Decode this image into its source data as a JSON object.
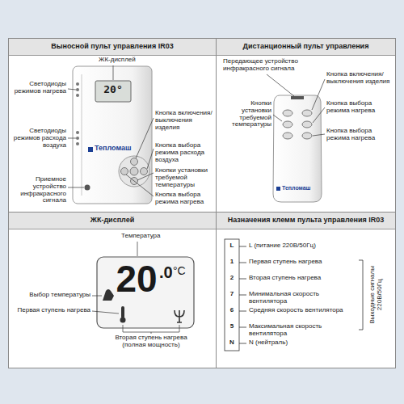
{
  "diagram": {
    "nodes": [
      {
        "text": [
          "Выносной пульт управления IR03"
        ]
      },
      {
        "text": [
          "Дистанционный пульт управления"
        ]
      },
      {
        "text": [
          "ЖК-дисплей"
        ]
      },
      {
        "text": [
          "Назначения клемм пульта управления IR03"
        ]
      }
    ],
    "labels": [
      "ЖК-дисплей",
      "20°",
      "Светодиоды режимов нагрева",
      "Светодиоды режимов расхода воздуха",
      "Тепломаш",
      "Кнопка включения/ выключения изделия",
      "Кнопка выбора режима расхода воздуха",
      "Кнопки установки требуемой температуры",
      "Кнопка выбора режима нагрева",
      "Приемное устройство инфракрасного сигнала",
      "Передающее устройство инфракрасного сигнала",
      "Кнопка включения/ выключения изделия",
      "Кнопки установки требуемой температуры",
      "Кнопка выбора режима нагрева",
      "Кнопка выбора режима нагрева",
      "Тепломаш",
      "Температура",
      "20",
      ".0",
      "°C",
      "Выбор температуры",
      "Первая ступень нагрева",
      "Вторая ступень нагрева (полная мощность)",
      "L",
      "1",
      "2",
      "7",
      "6",
      "5",
      "N",
      "L (питание 220В/50Гц)",
      "Первая ступень нагрева",
      "Вторая ступень нагрева",
      "Минимальная скорость вентилятора",
      "Средняя скорость вентилятора",
      "Максимальная скорость вентилятора",
      "N (нейтраль)",
      "Выходные сигналы 220В/50Гц"
    ]
  }
}
